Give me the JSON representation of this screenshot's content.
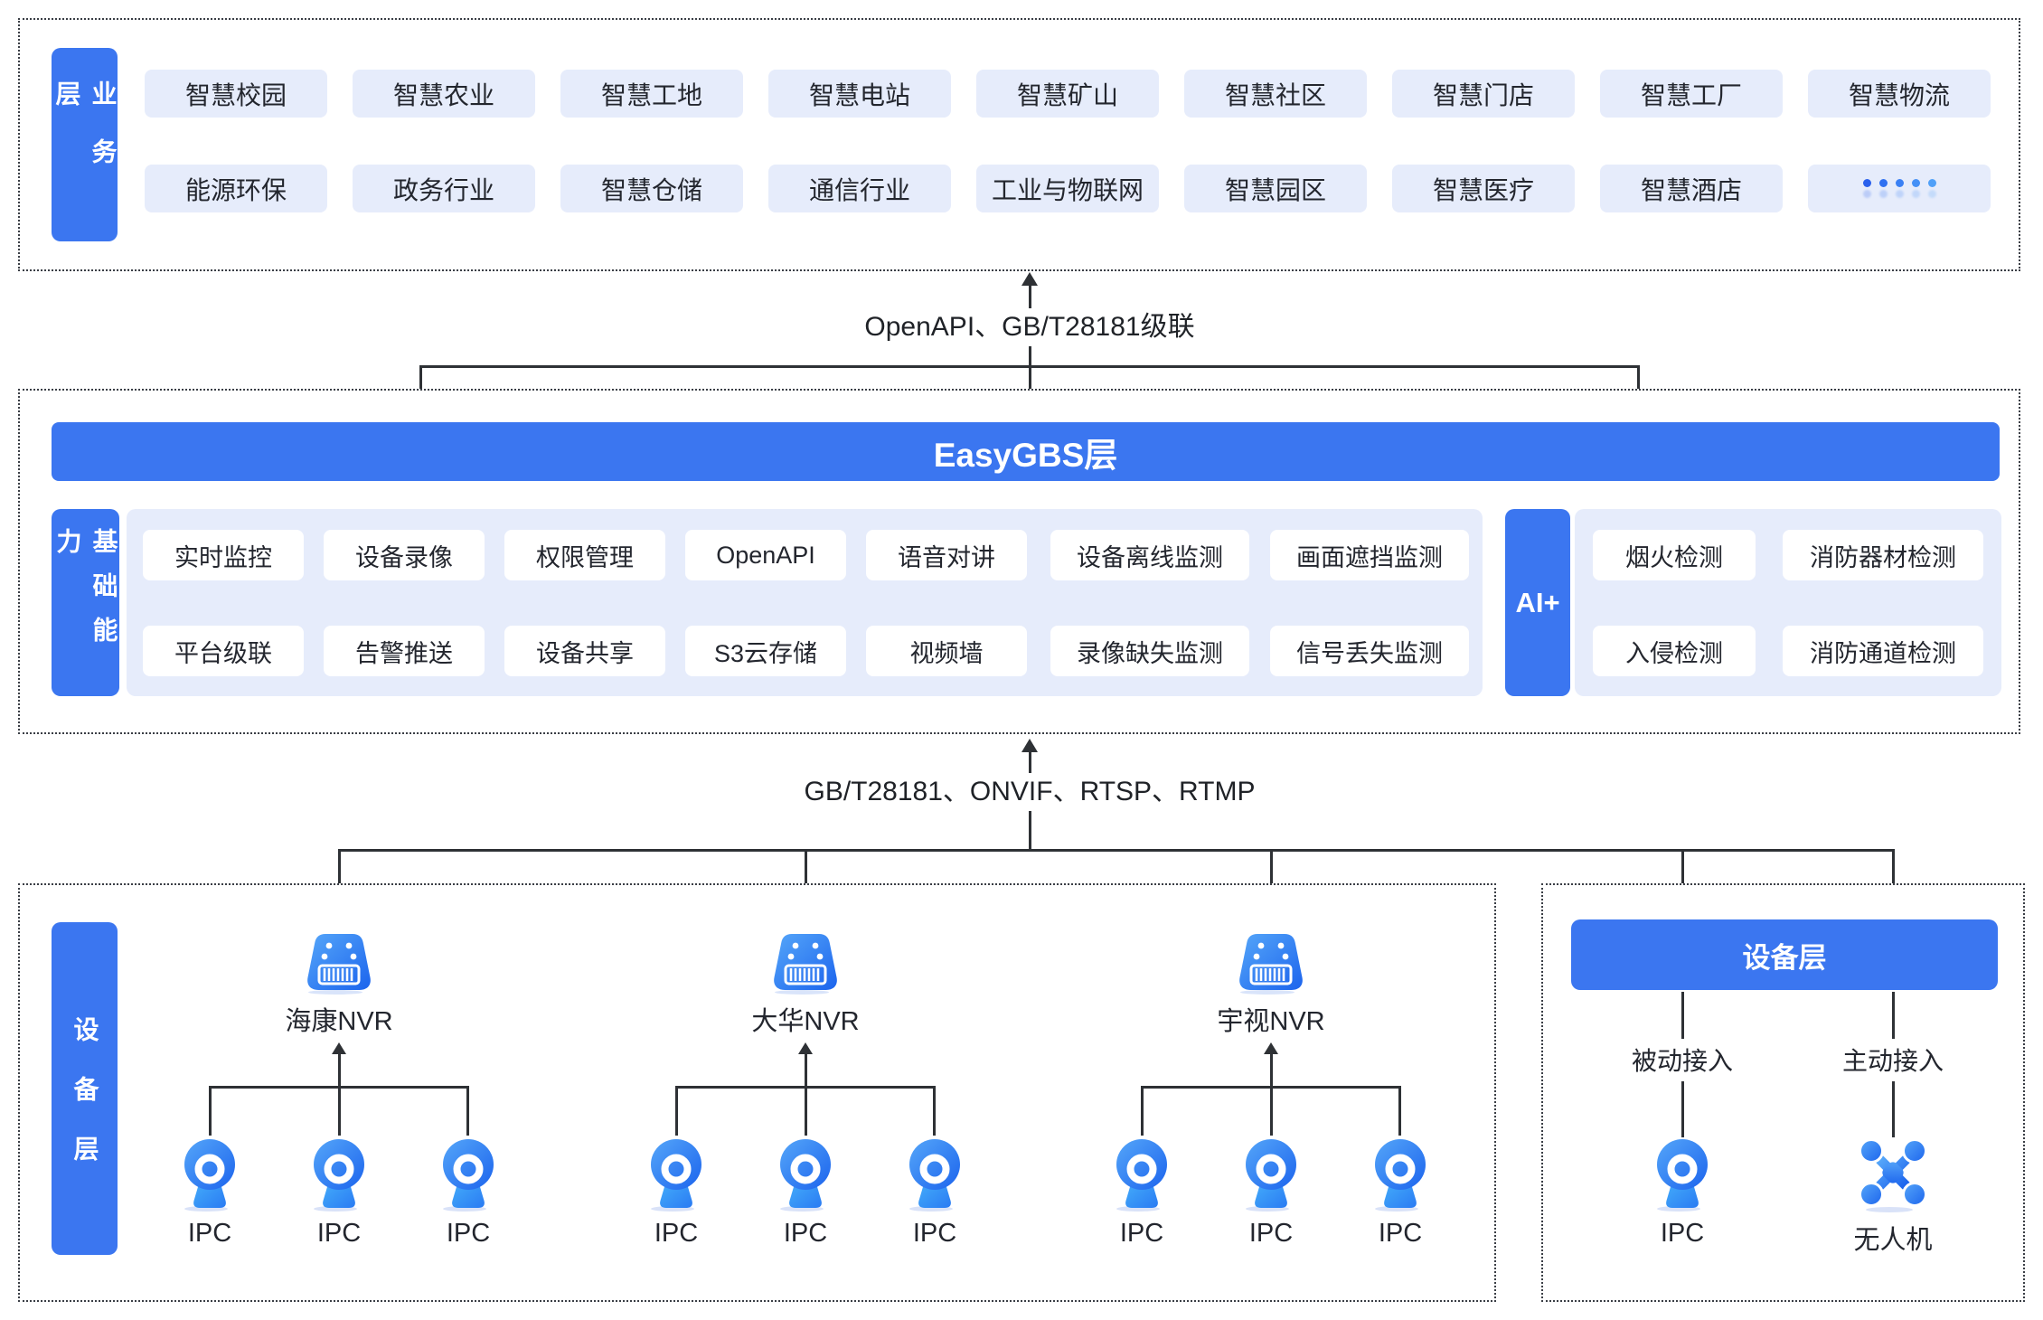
{
  "colors": {
    "accent_blue": "#3B76F0",
    "light_box": "#E6ECFB",
    "line": "#2E3135",
    "text": "#23262E"
  },
  "business_layer": {
    "label": "业务层",
    "row1": [
      "智慧校园",
      "智慧农业",
      "智慧工地",
      "智慧电站",
      "智慧矿山",
      "智慧社区",
      "智慧门店",
      "智慧工厂",
      "智慧物流"
    ],
    "row2": [
      "能源环保",
      "政务行业",
      "智慧仓储",
      "通信行业",
      "工业与物联网",
      "智慧园区",
      "智慧医疗",
      "智慧酒店"
    ],
    "more_indicator": "•••••"
  },
  "connector_top": {
    "label": "OpenAPI、GB/T28181级联"
  },
  "easygbs_layer": {
    "title": "EasyGBS层",
    "base_label": "基础能力",
    "base_row1": [
      "实时监控",
      "设备录像",
      "权限管理",
      "OpenAPI",
      "语音对讲",
      "设备离线监测",
      "画面遮挡监测"
    ],
    "base_row2": [
      "平台级联",
      "告警推送",
      "设备共享",
      "S3云存储",
      "视频墙",
      "录像缺失监测",
      "信号丢失监测"
    ],
    "ai_label": "AI+",
    "ai_row1": [
      "烟火检测",
      "消防器材检测"
    ],
    "ai_row2": [
      "入侵检测",
      "消防通道检测"
    ]
  },
  "connector_bottom": {
    "label": "GB/T28181、ONVIF、RTSP、RTMP"
  },
  "device_layer": {
    "label": "设备层",
    "nvr_groups": [
      {
        "name": "海康NVR",
        "cameras": [
          "IPC",
          "IPC",
          "IPC"
        ]
      },
      {
        "name": "大华NVR",
        "cameras": [
          "IPC",
          "IPC",
          "IPC"
        ]
      },
      {
        "name": "宇视NVR",
        "cameras": [
          "IPC",
          "IPC",
          "IPC"
        ]
      }
    ],
    "right_panel": {
      "title": "设备层",
      "passive_label": "被动接入",
      "active_label": "主动接入",
      "passive_device": "IPC",
      "active_device": "无人机"
    }
  }
}
